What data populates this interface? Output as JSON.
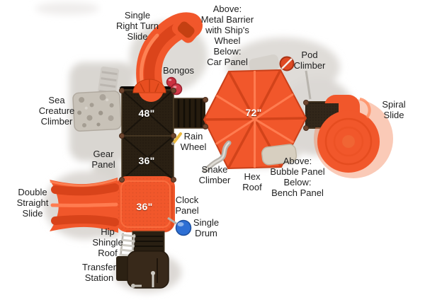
{
  "diagram": {
    "kind": "playground-structure-top-view"
  },
  "labels": {
    "single_right_turn_slide": "Single\nRight Turn\nSlide",
    "metal_barrier_car_panel": "Above:\nMetal Barrier\nwith Ship's\nWheel\nBelow:\nCar Panel",
    "pod_climber": "Pod\nClimber",
    "bongos": "Bongos",
    "sea_creature_climber": "Sea\nCreature\nClimber",
    "spiral_slide": "Spiral\nSlide",
    "gear_panel": "Gear\nPanel",
    "rain_wheel": "Rain\nWheel",
    "snake_climber": "Snake\nClimber",
    "hex_roof": "Hex\nRoof",
    "bubble_bench_panel": "Above:\nBubble Panel\nBelow:\nBench Panel",
    "double_straight_slide": "Double\nStraight\nSlide",
    "clock_panel": "Clock\nPanel",
    "single_drum": "Single\nDrum",
    "hip_shingle_roof": "Hip\nShingle\nRoof",
    "transfer_station": "Transfer\nStation"
  },
  "dims": {
    "deck48": "48\"",
    "deck36": "36\"",
    "hex72": "72\"",
    "roof36": "36\""
  },
  "colors": {
    "orange": "#f1572b",
    "orange_dark": "#d8431a",
    "orange_light": "#ff8a5c",
    "deck": "#2a2013",
    "blue": "#2e6fd4",
    "red": "#cb3040",
    "ground": "#d9d6d1"
  },
  "icons": {
    "bongos_icon": "two red circles",
    "pod_climber_icon": "orange ring with white slash",
    "rain_wheel_icon": "yellow crank stick",
    "single_drum_icon": "blue drum circle",
    "snake_climber_icon": "gray s-curved pole"
  }
}
